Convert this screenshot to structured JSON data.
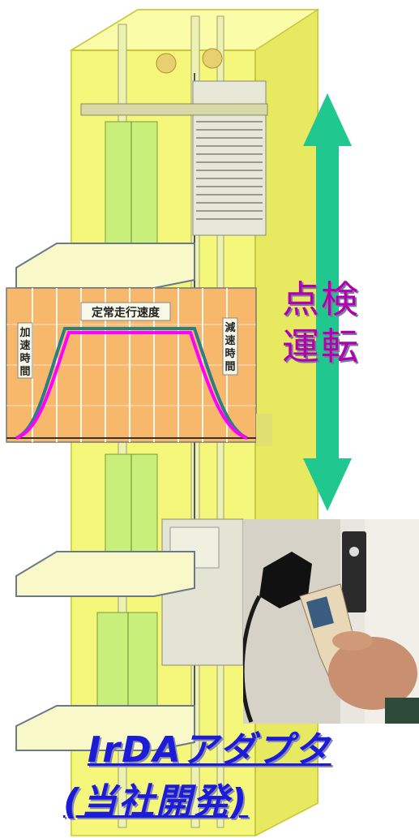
{
  "labels": {
    "inspection_line1": "点検",
    "inspection_line2": "運転",
    "adapter_title": "IrDAアダプタ",
    "adapter_subtitle": "(当社開発)"
  },
  "speed_chart": {
    "title": "定常走行速度",
    "accel_label": [
      "加",
      "速",
      "時",
      "間"
    ],
    "decel_label": [
      "減",
      "速",
      "時",
      "間"
    ],
    "speed_profile": [
      {
        "phase": "accel",
        "value": 0.0
      },
      {
        "phase": "accel",
        "value": 0.35
      },
      {
        "phase": "accel",
        "value": 0.8
      },
      {
        "phase": "steady",
        "value": 1.0
      },
      {
        "phase": "steady",
        "value": 1.0
      },
      {
        "phase": "decel",
        "value": 0.8
      },
      {
        "phase": "decel",
        "value": 0.35
      },
      {
        "phase": "decel",
        "value": 0.0
      }
    ]
  },
  "colors": {
    "shaft": "#f4f77a",
    "door": "#c8ef7a",
    "arrow": "#20c890",
    "label_magenta": "#b000b0",
    "label_blue": "#1c1cd8",
    "chart_bg": "#f7b86b",
    "curve_magenta": "#ff00ff",
    "curve_teal": "#2a7f86"
  }
}
